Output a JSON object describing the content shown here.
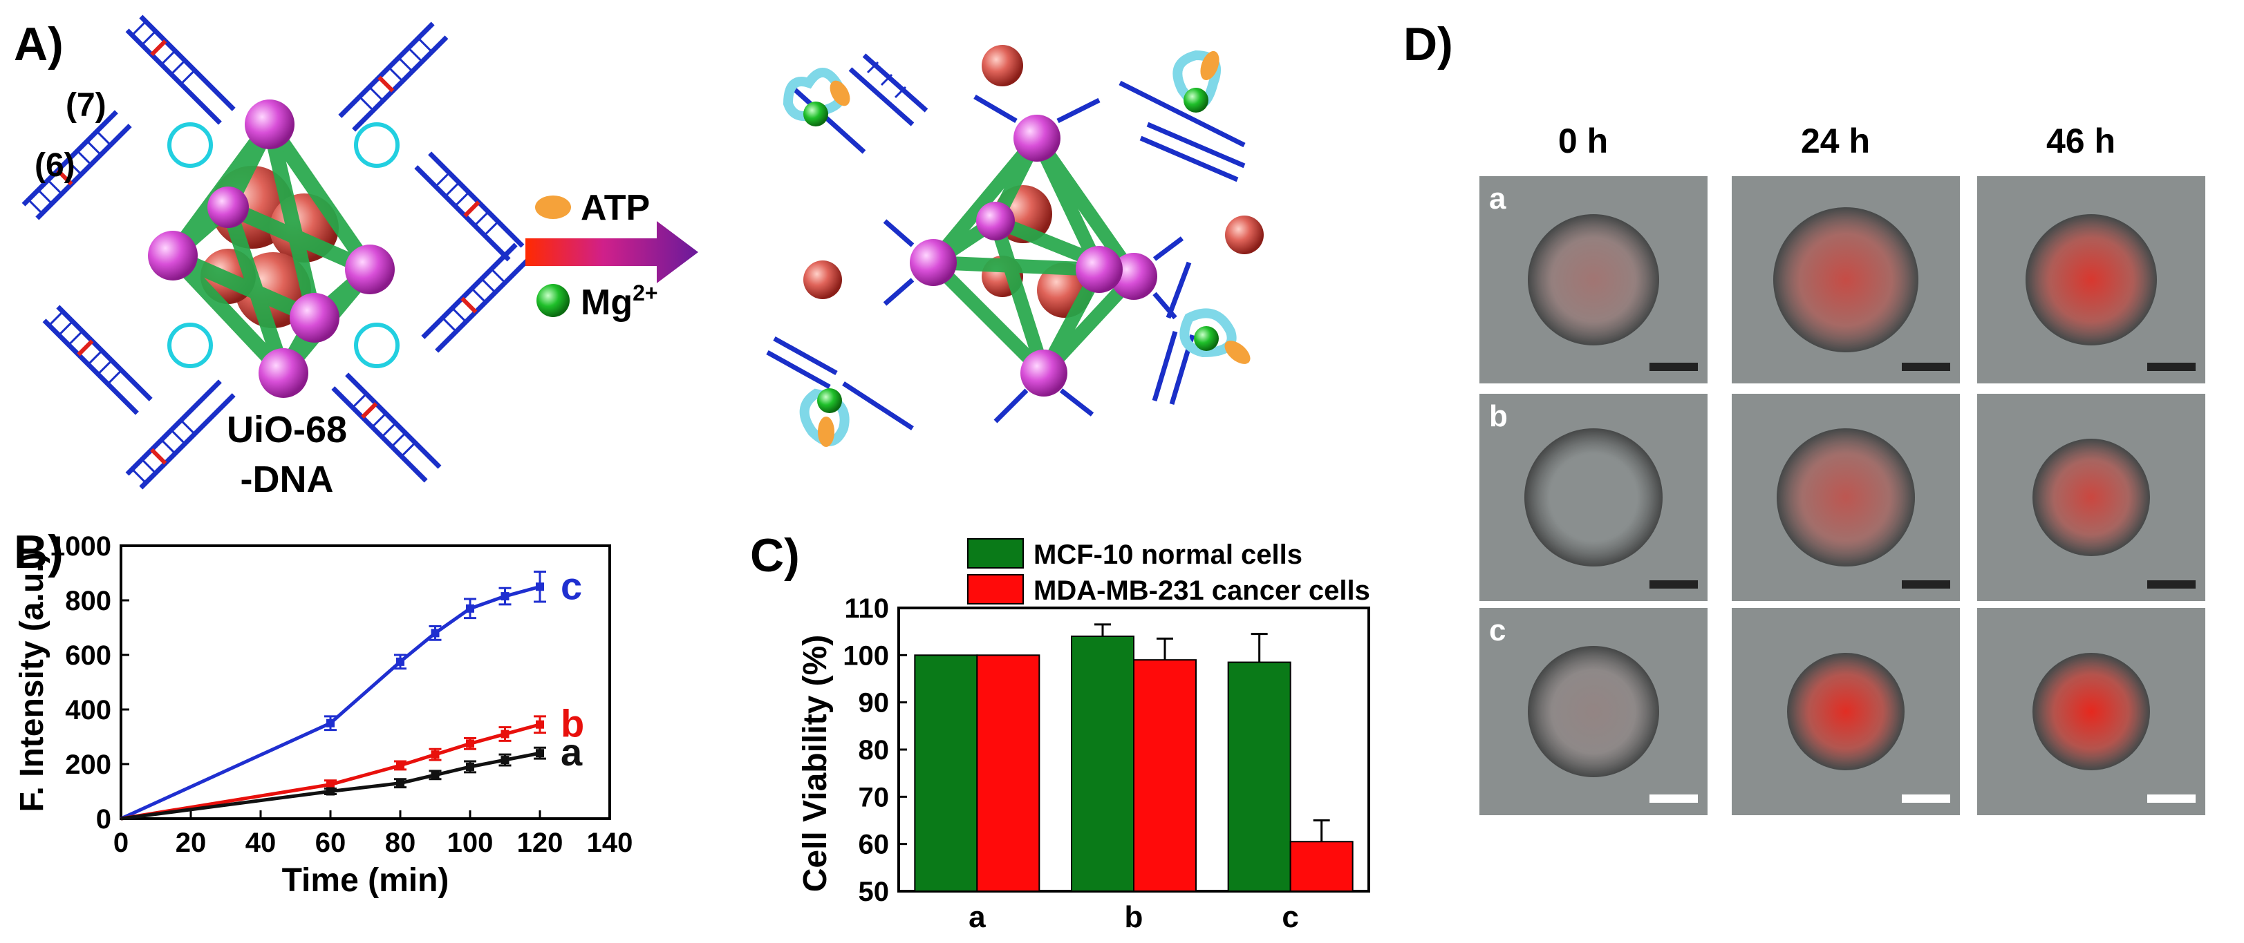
{
  "panels": {
    "A": "A)",
    "B": "B)",
    "C": "C)",
    "D": "D)"
  },
  "schematic": {
    "label_7": "(7)",
    "label_6": "(6)",
    "mof_label_line1": "UiO-68",
    "mof_label_line2": "-DNA",
    "atp": "ATP",
    "mg": "Mg",
    "mg_sup": "2+"
  },
  "colors": {
    "blue": "#1f2fd0",
    "red": "#e8100c",
    "black": "#111111",
    "green": "#0a7a18",
    "bar_red": "#ff0a0a"
  },
  "chart_data": [
    {
      "type": "line",
      "xlabel": "Time (min)",
      "ylabel": "F. Intensity (a.u.)",
      "xlim": [
        0,
        140
      ],
      "ylim": [
        0,
        1000
      ],
      "xticks": [
        0,
        20,
        40,
        60,
        80,
        100,
        120,
        140
      ],
      "yticks": [
        0,
        200,
        400,
        600,
        800,
        1000
      ],
      "series": [
        {
          "name": "c",
          "color": "#1f2fd0",
          "x": [
            0,
            60,
            80,
            90,
            100,
            110,
            120
          ],
          "y": [
            0,
            350,
            575,
            680,
            770,
            815,
            850
          ],
          "err": [
            0,
            25,
            25,
            25,
            35,
            30,
            55
          ]
        },
        {
          "name": "b",
          "color": "#e8100c",
          "x": [
            0,
            60,
            80,
            90,
            100,
            110,
            120
          ],
          "y": [
            0,
            125,
            195,
            235,
            275,
            310,
            345
          ],
          "err": [
            0,
            15,
            15,
            20,
            20,
            25,
            30
          ]
        },
        {
          "name": "a",
          "color": "#111111",
          "x": [
            0,
            60,
            80,
            90,
            100,
            110,
            120
          ],
          "y": [
            0,
            100,
            130,
            160,
            190,
            215,
            240
          ],
          "err": [
            0,
            10,
            15,
            15,
            20,
            20,
            20
          ]
        }
      ]
    },
    {
      "type": "bar",
      "ylabel": "Cell Viability (%)",
      "categories": [
        "a",
        "b",
        "c"
      ],
      "ylim": [
        50,
        110
      ],
      "yticks": [
        50,
        60,
        70,
        80,
        90,
        100,
        110
      ],
      "series": [
        {
          "name": "MCF-10 normal cells",
          "color": "#0a7a18",
          "values": [
            100,
            104,
            98.5
          ],
          "err": [
            0,
            2.5,
            6
          ]
        },
        {
          "name": "MDA-MB-231 cancer cells",
          "color": "#ff0a0a",
          "values": [
            100,
            99,
            60.5
          ],
          "err": [
            0,
            4.5,
            4.5
          ]
        }
      ],
      "legend": "top"
    }
  ],
  "microscopy": {
    "columns": [
      "0 h",
      "24 h",
      "46 h"
    ],
    "rows": [
      "a",
      "b",
      "c"
    ]
  }
}
